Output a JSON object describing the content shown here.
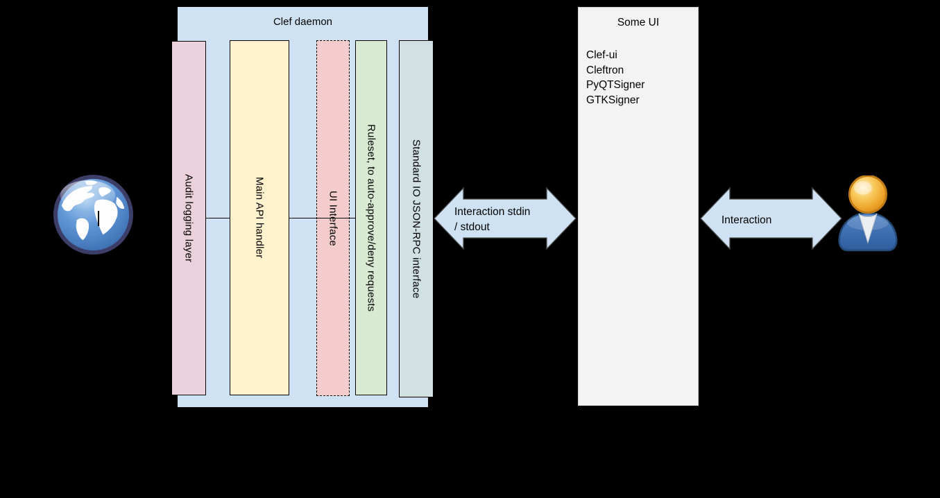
{
  "canvas": {
    "background": "#000000",
    "connector_color": "#000000"
  },
  "clef_daemon": {
    "title": "Clef daemon",
    "fill": "#cfe2f3",
    "layers": [
      {
        "label": "Audit logging layer",
        "fill": "#ead1dc",
        "border_style": "solid"
      },
      {
        "label": "Main API handler",
        "fill": "#fff2cc",
        "border_style": "solid"
      },
      {
        "label": "UI Interface",
        "fill": "#f4cccc",
        "border_style": "dashed"
      },
      {
        "label": "Ruleset, to auto-approve/deny requests",
        "fill": "#d9ead3",
        "border_style": "solid"
      },
      {
        "label": "Standard IO JSON-RPC interface",
        "fill": "#d0e0e3",
        "border_style": "solid"
      }
    ]
  },
  "some_ui": {
    "title": "Some UI",
    "fill": "#f3f3f3",
    "items": [
      "Clef-ui",
      "Cleftron",
      "PyQTSigner",
      "GTKSigner"
    ]
  },
  "left_arrow": {
    "label_line1": "Interaction stdin",
    "label_line2": "/ stdout",
    "fill": "#cfe2f3"
  },
  "right_arrow": {
    "label": "Interaction",
    "fill": "#cfe2f3"
  },
  "icons": {
    "globe": "internet-globe-icon",
    "user": "user-person-icon"
  }
}
